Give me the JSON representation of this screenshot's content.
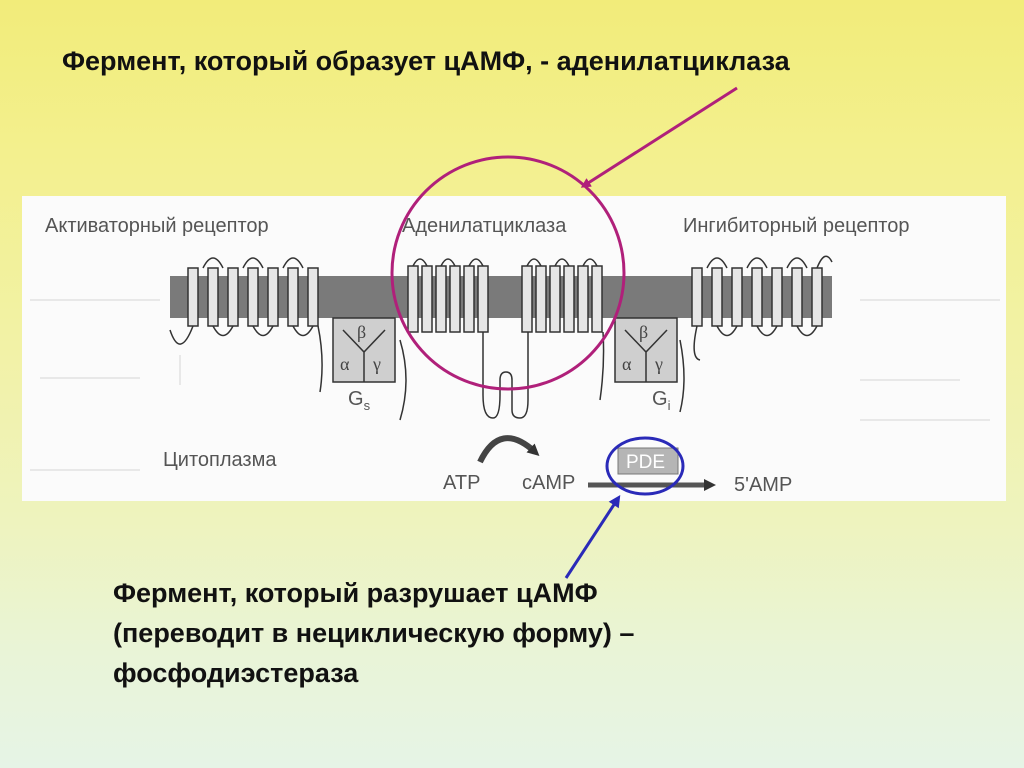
{
  "top_caption": "Фермент, который образует цАМФ, -  аденилатциклаза",
  "bottom_caption": {
    "line1": "Фермент, который разрушает цАМФ",
    "line2": "(переводит в нециклическую форму) –",
    "line3": "фосфодиэстераза"
  },
  "diagram": {
    "activator_receptor": "Активаторный рецептор",
    "adenylate_cyclase": "Аденилатциклаза",
    "inhibitor_receptor": "Ингибиторный рецептор",
    "cytoplasm": "Цитоплазма",
    "gs_alpha": "α",
    "gs_beta": "β",
    "gs_gamma": "γ",
    "gs_label": "G",
    "gs_sub": "s",
    "gi_alpha": "α",
    "gi_beta": "β",
    "gi_gamma": "γ",
    "gi_label": "G",
    "gi_sub": "i",
    "atp": "ATP",
    "camp": "cAMP",
    "pde": "PDE",
    "amp5": "5'AMP"
  },
  "colors": {
    "magenta_circle": "#b0207a",
    "blue_circle": "#2a2ab8",
    "membrane": "#7a7a7a"
  }
}
